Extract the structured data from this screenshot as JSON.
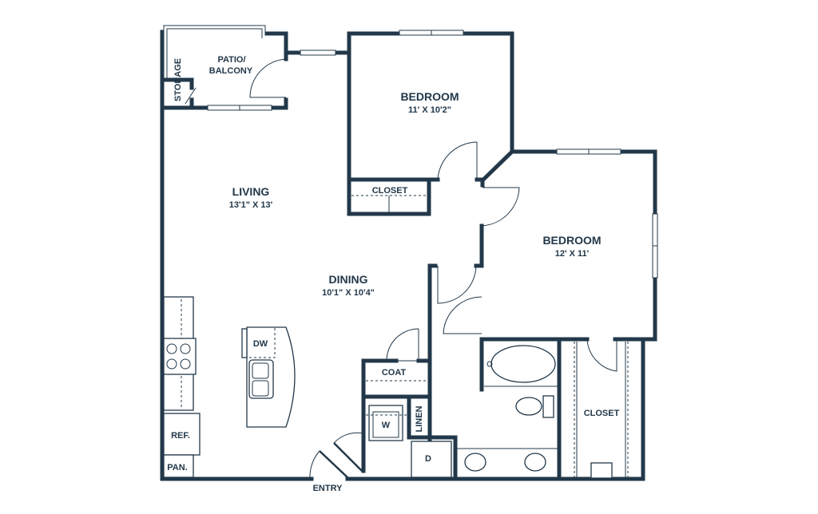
{
  "rooms": {
    "patio_line1": "PATIO/",
    "patio_line2": "BALCONY",
    "storage": "STORAGE",
    "bedroom1": {
      "name": "BEDROOM",
      "size": "11' X 10'2\""
    },
    "bedroom1_closet": "CLOSET",
    "living": {
      "name": "LIVING",
      "size": "13'1\" X 13'"
    },
    "dining": {
      "name": "DINING",
      "size": "10'1\" X 10'4\""
    },
    "bedroom2": {
      "name": "BEDROOM",
      "size": "12' X 11'"
    },
    "dishwasher": "DW",
    "coat": "COAT",
    "washer": "W",
    "linen": "LINEN",
    "dryer": "D",
    "refrigerator": "REF.",
    "pantry": "PAN.",
    "master_closet": "CLOSET",
    "entry": "ENTRY"
  },
  "colors": {
    "wall": "#22384a"
  }
}
